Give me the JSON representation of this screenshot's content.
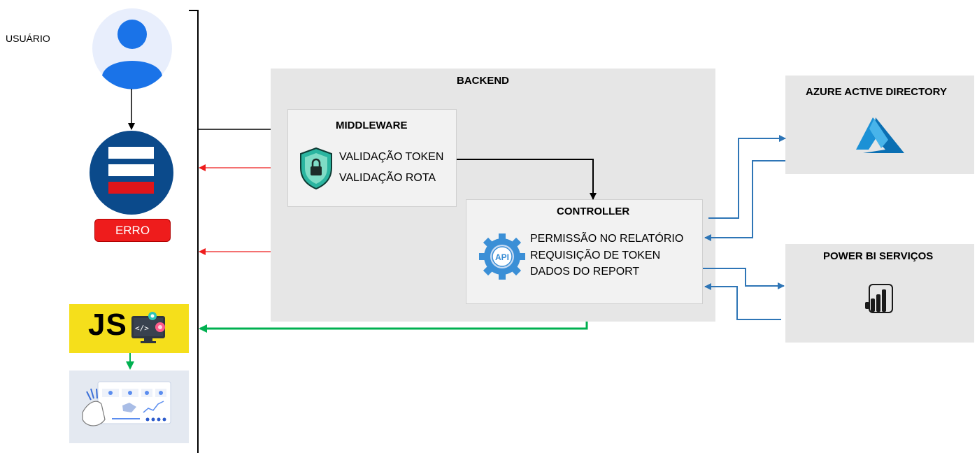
{
  "user": {
    "label": "USUÁRIO"
  },
  "error": {
    "button_label": "ERRO"
  },
  "js": {
    "label": "JS"
  },
  "backend": {
    "title": "BACKEND",
    "middleware": {
      "title": "MIDDLEWARE",
      "lines": [
        "VALIDAÇÃO TOKEN",
        "VALIDAÇÃO ROTA"
      ]
    },
    "controller": {
      "title": "CONTROLLER",
      "lines": [
        "PERMISSÃO NO RELATÓRIO",
        "REQUISIÇÃO DE TOKEN",
        "DADOS DO REPORT"
      ],
      "icon_label": "API"
    }
  },
  "services": {
    "azure": {
      "title": "AZURE ACTIVE DIRECTORY"
    },
    "powerbi": {
      "title": "POWER BI SERVIÇOS"
    }
  },
  "colors": {
    "error_red": "#ee1c1c",
    "success_green": "#00b050",
    "service_blue": "#2e75b6",
    "js_yellow": "#f5df1b",
    "user_blue": "#1a73e8"
  },
  "icons": [
    "user-avatar-icon",
    "error-window-icon",
    "shield-lock-icon",
    "api-gear-icon",
    "azure-logo-icon",
    "powerbi-logo-icon",
    "code-monitor-icon",
    "dashboard-report-icon"
  ]
}
